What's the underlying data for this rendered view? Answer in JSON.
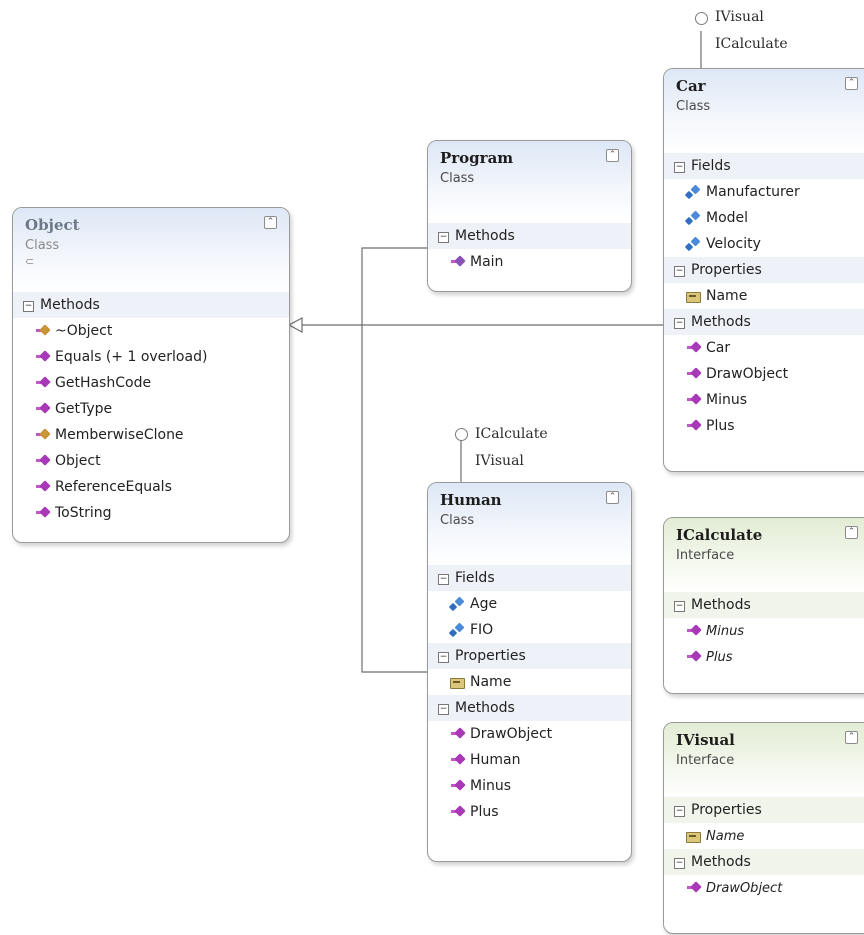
{
  "object": {
    "title": "Object",
    "kind": "Class",
    "sections": [
      {
        "name": "Methods",
        "members": [
          "~Object",
          "Equals (+ 1 overload)",
          "GetHashCode",
          "GetType",
          "MemberwiseClone",
          "Object",
          "ReferenceEquals",
          "ToString"
        ]
      }
    ]
  },
  "program": {
    "title": "Program",
    "kind": "Class",
    "sections": [
      {
        "name": "Methods",
        "members": [
          "Main"
        ]
      }
    ]
  },
  "car": {
    "title": "Car",
    "kind": "Class",
    "lollipop": [
      "IVisual",
      "ICalculate"
    ],
    "sections": [
      {
        "name": "Fields",
        "members": [
          "Manufacturer",
          "Model",
          "Velocity"
        ]
      },
      {
        "name": "Properties",
        "members": [
          "Name"
        ]
      },
      {
        "name": "Methods",
        "members": [
          "Car",
          "DrawObject",
          "Minus",
          "Plus"
        ]
      }
    ]
  },
  "human": {
    "title": "Human",
    "kind": "Class",
    "lollipop": [
      "ICalculate",
      "IVisual"
    ],
    "sections": [
      {
        "name": "Fields",
        "members": [
          "Age",
          "FIO"
        ]
      },
      {
        "name": "Properties",
        "members": [
          "Name"
        ]
      },
      {
        "name": "Methods",
        "members": [
          "DrawObject",
          "Human",
          "Minus",
          "Plus"
        ]
      }
    ]
  },
  "icalculate": {
    "title": "ICalculate",
    "kind": "Interface",
    "sections": [
      {
        "name": "Methods",
        "members": [
          "Minus",
          "Plus"
        ]
      }
    ]
  },
  "ivisual": {
    "title": "IVisual",
    "kind": "Interface",
    "sections": [
      {
        "name": "Properties",
        "members": [
          "Name"
        ]
      },
      {
        "name": "Methods",
        "members": [
          "DrawObject"
        ]
      }
    ]
  },
  "collapse_glyph": "⌃"
}
